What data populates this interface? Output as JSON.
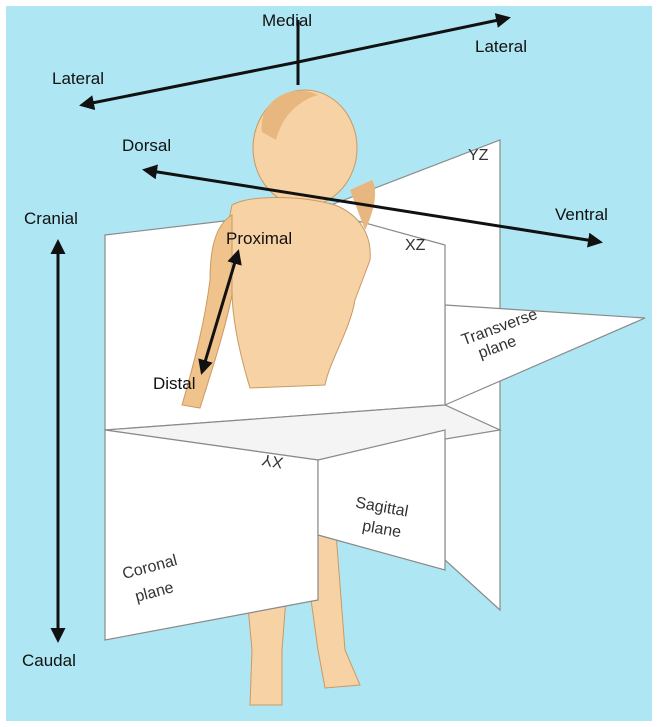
{
  "colors": {
    "background": "#aee7f3",
    "frame": "#ffffff",
    "plane_fill": "#ffffff",
    "plane_shadow": "#ececec",
    "plane_stroke": "#8a8a8a",
    "body_skin": "#f7d2a4",
    "body_shade": "#e7b77f",
    "arrow": "#111111"
  },
  "labels": {
    "medial": "Medial",
    "lateral_right": "Lateral",
    "lateral_left": "Lateral",
    "dorsal": "Dorsal",
    "ventral": "Ventral",
    "cranial": "Cranial",
    "caudal": "Caudal",
    "proximal": "Proximal",
    "distal": "Distal"
  },
  "planes": {
    "yz": "YZ",
    "xz": "XZ",
    "xy": "XY",
    "transverse_line1": "Transverse",
    "transverse_line2": "plane",
    "sagittal_line1": "Sagittal",
    "sagittal_line2": "plane",
    "coronal_line1": "Coronal",
    "coronal_line2": "plane"
  }
}
